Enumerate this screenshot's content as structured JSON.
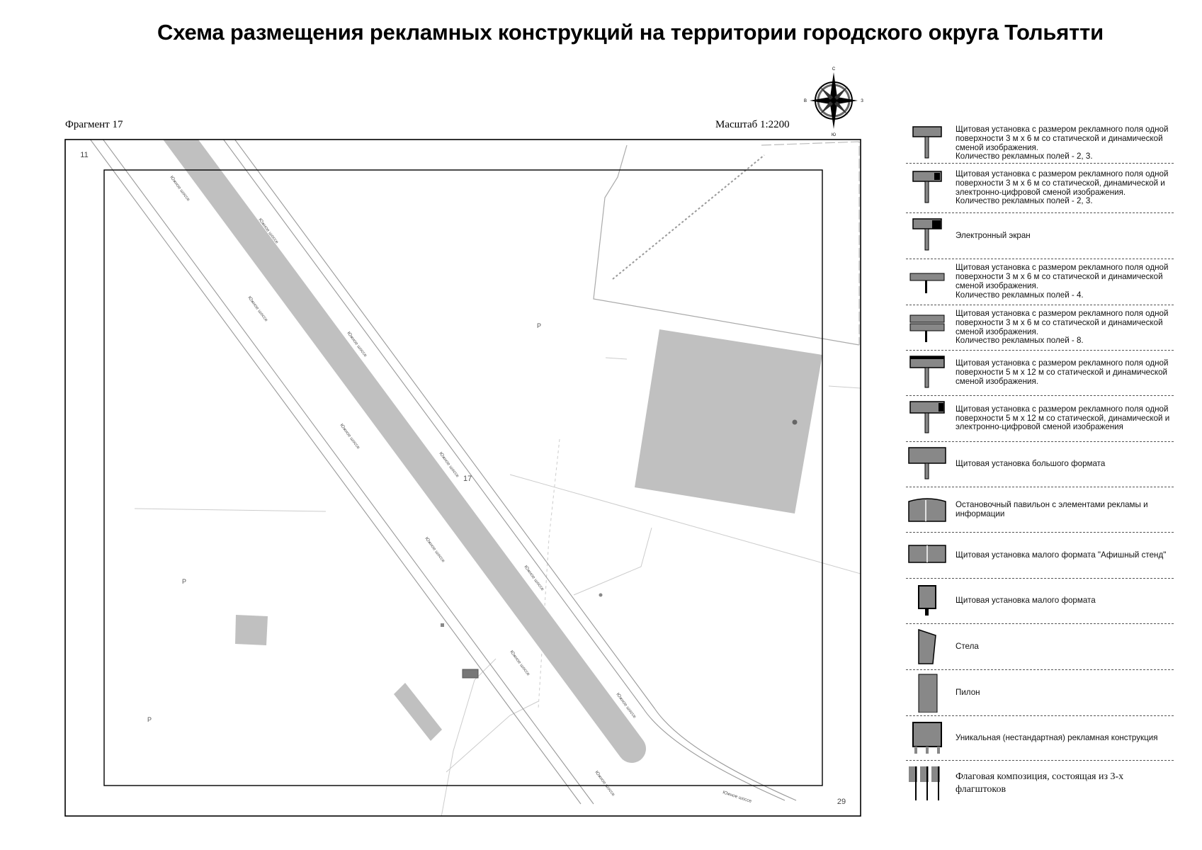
{
  "title": "Схема размещения рекламных конструкций на территории городского округа Тольятти",
  "fragment_label": "Фрагмент 17",
  "scale_label": "Масштаб 1:2200",
  "compass": {
    "icon": "compass-rose-icon",
    "north": "С",
    "south": "Ю",
    "west": "В",
    "east": "З"
  },
  "map": {
    "adjacent_fragment_top_left": "11",
    "adjacent_fragment_bottom_right": "29",
    "fragment_number": "17",
    "street_name": "Южное шоссе",
    "parking_label": "Р",
    "colors": {
      "road": "#c0c0c0",
      "building": "#c0c0c0",
      "lines": "#999999"
    }
  },
  "legend": [
    {
      "icon": "billboard-3x6-static-dynamic-icon",
      "text": "Щитовая установка с размером рекламного поля одной поверхности 3 м х 6 м со статической и динамической сменой изображения.\nКоличество рекламных полей - 2, 3."
    },
    {
      "icon": "billboard-3x6-digital-icon",
      "text": "Щитовая установка с размером рекламного поля одной поверхности 3 м х 6 м со статической, динамической и электронно-цифровой сменой изображения.\nКоличество рекламных полей - 2, 3."
    },
    {
      "icon": "electronic-screen-icon",
      "text": "Электронный экран"
    },
    {
      "icon": "billboard-4-fields-icon",
      "text": "Щитовая установка с размером рекламного поля одной поверхности 3 м х 6 м со статической и динамической сменой изображения.\nКоличество рекламных полей - 4."
    },
    {
      "icon": "billboard-8-fields-icon",
      "text": "Щитовая установка с размером рекламного поля одной поверхности 3 м х 6 м со статической и динамической сменой изображения.\nКоличество рекламных полей - 8."
    },
    {
      "icon": "billboard-5x12-static-dynamic-icon",
      "text": "Щитовая установка с размером рекламного поля одной поверхности 5 м х 12 м со статической и динамической сменой изображения."
    },
    {
      "icon": "billboard-5x12-digital-icon",
      "text": "Щитовая установка с размером рекламного поля одной поверхности 5 м х 12 м со статической, динамической и электронно-цифровой сменой изображения"
    },
    {
      "icon": "large-format-billboard-icon",
      "text": "Щитовая установка большого формата"
    },
    {
      "icon": "bus-stop-pavilion-icon",
      "text": "Остановочный павильон с элементами рекламы и информации"
    },
    {
      "icon": "poster-stand-icon",
      "text": "Щитовая установка малого формата \"Афишный стенд\""
    },
    {
      "icon": "small-format-billboard-icon",
      "text": "Щитовая установка малого формата"
    },
    {
      "icon": "stele-icon",
      "text": "Стела"
    },
    {
      "icon": "pylon-icon",
      "text": "Пилон"
    },
    {
      "icon": "unique-construction-icon",
      "text": "Уникальная (нестандартная) рекламная конструкция"
    },
    {
      "icon": "flag-composition-icon",
      "text": "Флаговая композиция, состоящая из 3-х флагштоков"
    }
  ]
}
